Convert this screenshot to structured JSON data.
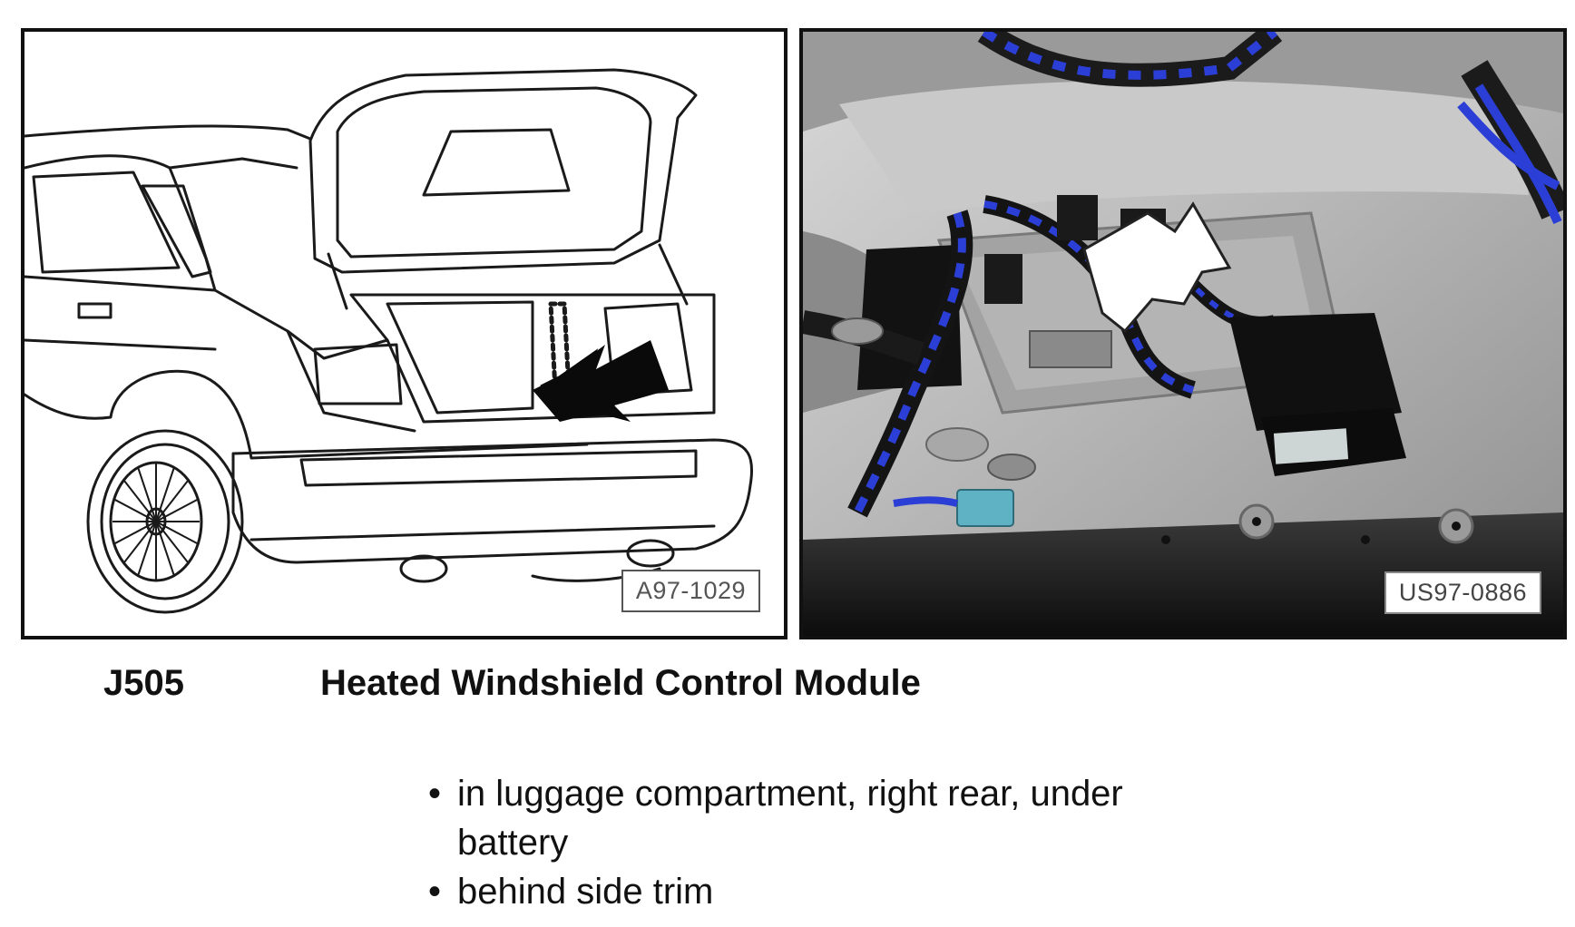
{
  "figures": {
    "illustration": {
      "id_label": "A97-1029",
      "type": "line-drawing",
      "subject": "car"
    },
    "photo": {
      "id_label": "US97-0886",
      "type": "photograph",
      "subject": "module"
    }
  },
  "component": {
    "code": "J505",
    "name": "Heated Windshield Control Module"
  },
  "location_items": [
    {
      "bullet": "•",
      "text": "in luggage compartment, right rear, under battery"
    },
    {
      "bullet": "•",
      "text": "behind side trim"
    }
  ],
  "colors": {
    "wire_blue": "#2b3fd6",
    "panel_gray": "#b9b9b9",
    "module_black": "#151515",
    "connector_teal": "#5fb1c4"
  }
}
